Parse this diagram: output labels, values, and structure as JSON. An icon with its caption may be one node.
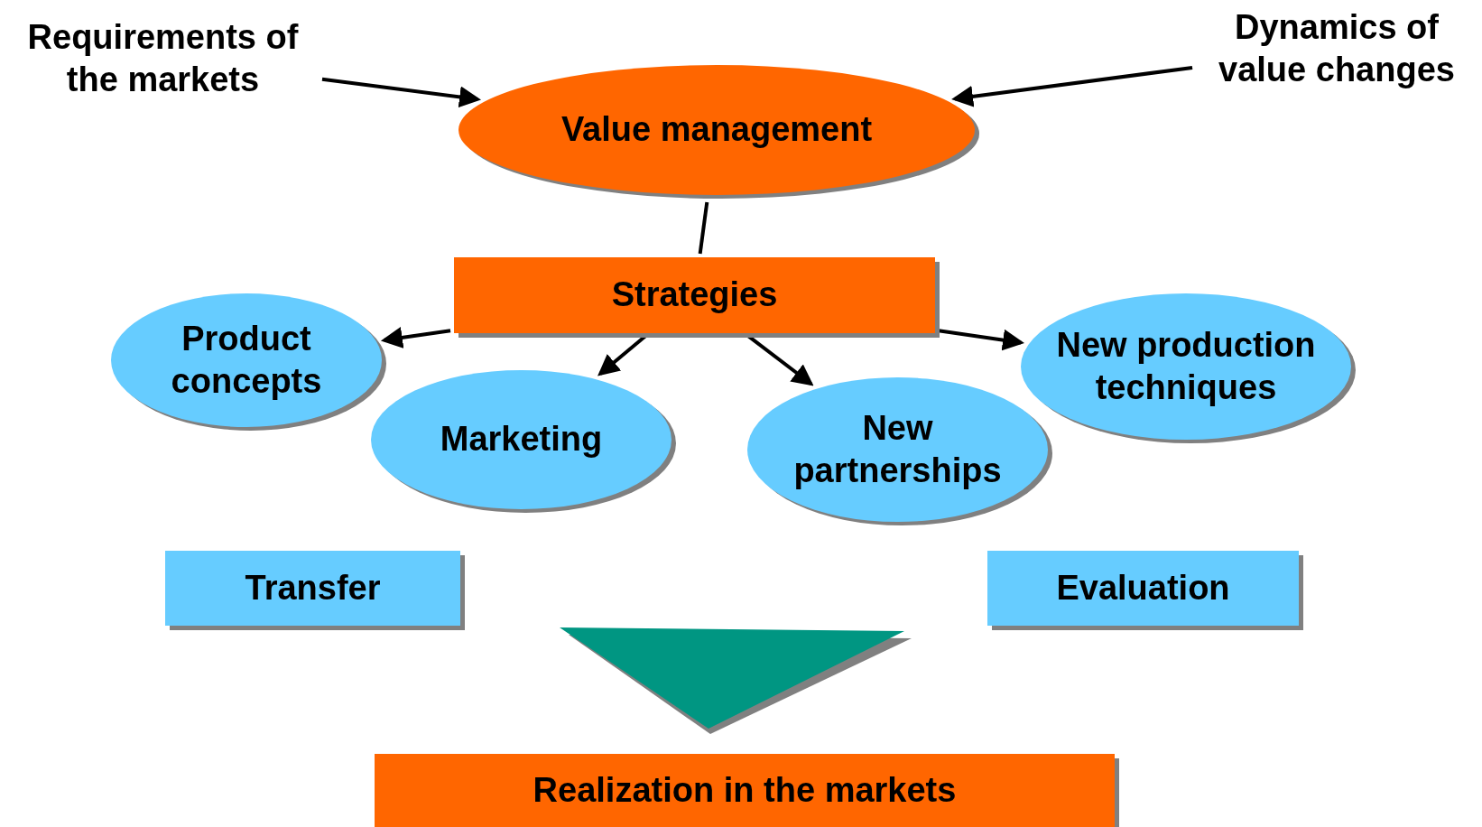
{
  "diagram": {
    "nodes": [
      {
        "text": [
          "Requirements of the markets"
        ]
      },
      {
        "text": [
          "Dynamics of value changes"
        ]
      },
      {
        "text": [
          "Value management"
        ]
      },
      {
        "text": [
          "Strategies"
        ]
      },
      {
        "text": [
          "Product concepts"
        ]
      },
      {
        "text": [
          "Marketing"
        ]
      },
      {
        "text": [
          "New partnerships"
        ]
      },
      {
        "text": [
          "New production techniques"
        ]
      },
      {
        "text": [
          "Transfer"
        ]
      },
      {
        "text": [
          "Evaluation"
        ]
      },
      {
        "text": [],
        "shape": "triangle"
      },
      {
        "text": [
          "Realization in the markets"
        ]
      }
    ],
    "edges": [
      {
        "from": 0,
        "to": 2,
        "arrow": "to"
      },
      {
        "from": 1,
        "to": 2,
        "arrow": "to"
      },
      {
        "from": 2,
        "to": 3,
        "arrow": "none"
      },
      {
        "from": 3,
        "to": 4,
        "arrow": "to"
      },
      {
        "from": 3,
        "to": 5,
        "arrow": "to"
      },
      {
        "from": 3,
        "to": 6,
        "arrow": "to"
      },
      {
        "from": 3,
        "to": 7,
        "arrow": "to"
      }
    ]
  }
}
